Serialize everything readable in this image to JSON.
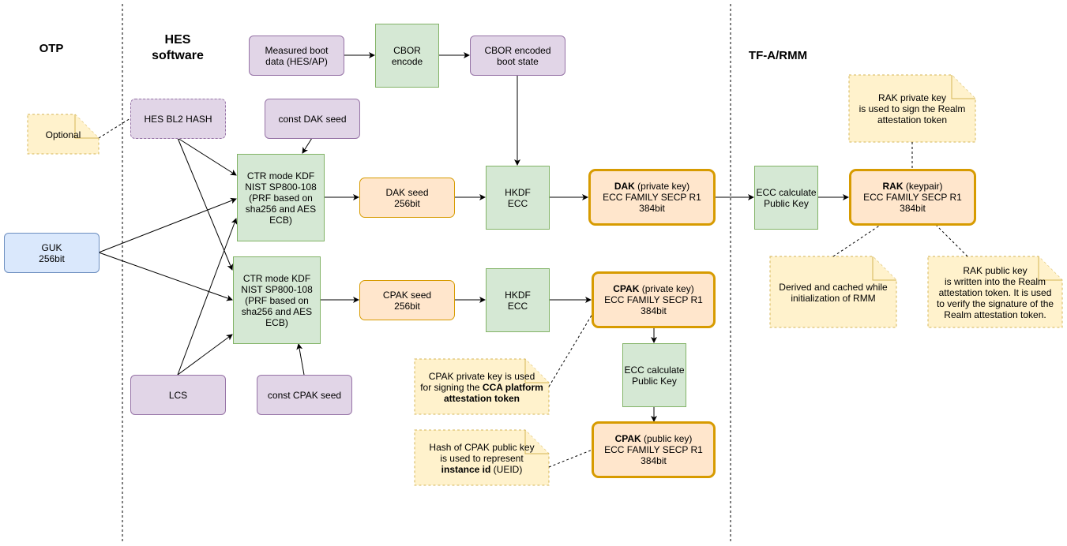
{
  "headers": {
    "otp": "OTP",
    "hes_line1": "HES",
    "hes_line2": "software",
    "tfa": "TF-A/RMM"
  },
  "nodes": {
    "measured_boot": [
      "Measured boot",
      "data (HES/AP)"
    ],
    "cbor_encode": [
      "CBOR",
      "encode"
    ],
    "cbor_state": [
      "CBOR encoded",
      "boot state"
    ],
    "hes_bl2_hash": "HES BL2 HASH",
    "const_dak_seed": "const DAK seed",
    "kdf_dak": [
      "CTR mode KDF",
      "NIST SP800-108",
      "(PRF  based on",
      "sha256 and AES",
      "ECB)"
    ],
    "dak_seed": [
      "DAK seed",
      "256bit"
    ],
    "hkdf_dak": [
      "HKDF",
      "ECC"
    ],
    "dak_key": {
      "bold": "DAK",
      "rest": " (private key)",
      "line2": "ECC FAMILY SECP R1",
      "line3": "384bit"
    },
    "ecc_calc_dak": [
      "ECC calculate",
      "Public Key"
    ],
    "rak_key": {
      "bold": "RAK",
      "rest": " (keypair)",
      "line2": "ECC FAMILY SECP R1",
      "line3": "384bit"
    },
    "guk": [
      "GUK",
      "256bit"
    ],
    "kdf_cpak": [
      "CTR mode KDF",
      "NIST SP800-108",
      "(PRF  based on",
      "sha256 and AES",
      "ECB)"
    ],
    "cpak_seed": [
      "CPAK seed",
      "256bit"
    ],
    "hkdf_cpak": [
      "HKDF",
      "ECC"
    ],
    "cpak_priv": {
      "bold": "CPAK",
      "rest": " (private key)",
      "line2": "ECC FAMILY SECP R1",
      "line3": "384bit"
    },
    "ecc_calc_cpak": [
      "ECC calculate",
      "Public Key"
    ],
    "cpak_pub": {
      "bold": "CPAK",
      "rest": " (public key)",
      "line2": "ECC FAMILY SECP R1",
      "line3": "384bit"
    },
    "lcs": "LCS",
    "const_cpak_seed": "const CPAK seed"
  },
  "notes": {
    "optional": "Optional",
    "rak_private": [
      "RAK private key",
      "is used to sign the Realm",
      "attestation token"
    ],
    "derived_cached": [
      "Derived and cached while",
      "initialization of RMM"
    ],
    "rak_public": [
      "RAK public key",
      "is written into the Realm",
      "attestation token. It is used",
      "to verify the signature of the",
      "Realm attestation token."
    ],
    "cpak_private": {
      "line1": "CPAK private key is used",
      "line2_pre": "for signing the ",
      "line2_bold": "CCA platform",
      "line3_bold": "attestation token"
    },
    "cpak_hash": {
      "line1": "Hash of CPAK public key",
      "line2": "is used to represent",
      "line3_bold": "instance id",
      "line3_rest": " (UEID)"
    }
  },
  "colors": {
    "purple_fill": "#e1d5e7",
    "purple_stroke": "#9673a6",
    "green_fill": "#d5e8d4",
    "green_stroke": "#82b366",
    "orange_fill": "#ffe6cc",
    "orange_stroke": "#d79b00",
    "blue_fill": "#dae8fc",
    "blue_stroke": "#6c8ebf",
    "note_fill": "#fff2cc",
    "note_stroke": "#d6b656"
  }
}
